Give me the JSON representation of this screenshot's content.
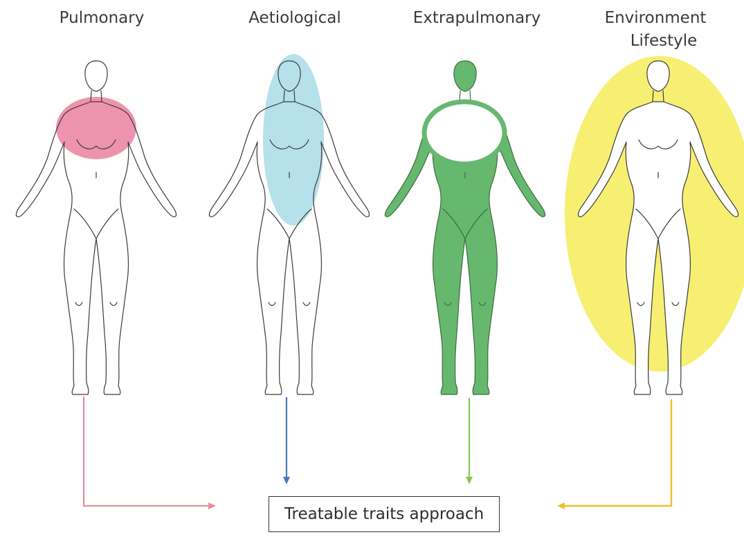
{
  "domains": [
    {
      "id": "pulmonary",
      "label": "Pulmonary",
      "sublabel": "",
      "color": "#e8789a",
      "arrow_color": "#e0909a",
      "highlight": "chest-ellipse"
    },
    {
      "id": "aetiological",
      "label": "Aetiological",
      "sublabel": "",
      "color": "#aedde8",
      "arrow_color": "#4a79b8",
      "highlight": "torso-ellipse"
    },
    {
      "id": "extrapulmonary",
      "label": "Extrapulmonary",
      "sublabel": "",
      "color": "#66b86f",
      "arrow_color": "#8cc653",
      "highlight": "body-fill-with-ring"
    },
    {
      "id": "environment",
      "label": "Environment",
      "sublabel": "Lifestyle",
      "color": "#f7ef72",
      "arrow_color": "#f1c02d",
      "highlight": "full-body-ellipse"
    }
  ],
  "outcome": {
    "label": "Treatable traits approach"
  },
  "icons": {
    "figure": "human-body-outline-icon"
  }
}
